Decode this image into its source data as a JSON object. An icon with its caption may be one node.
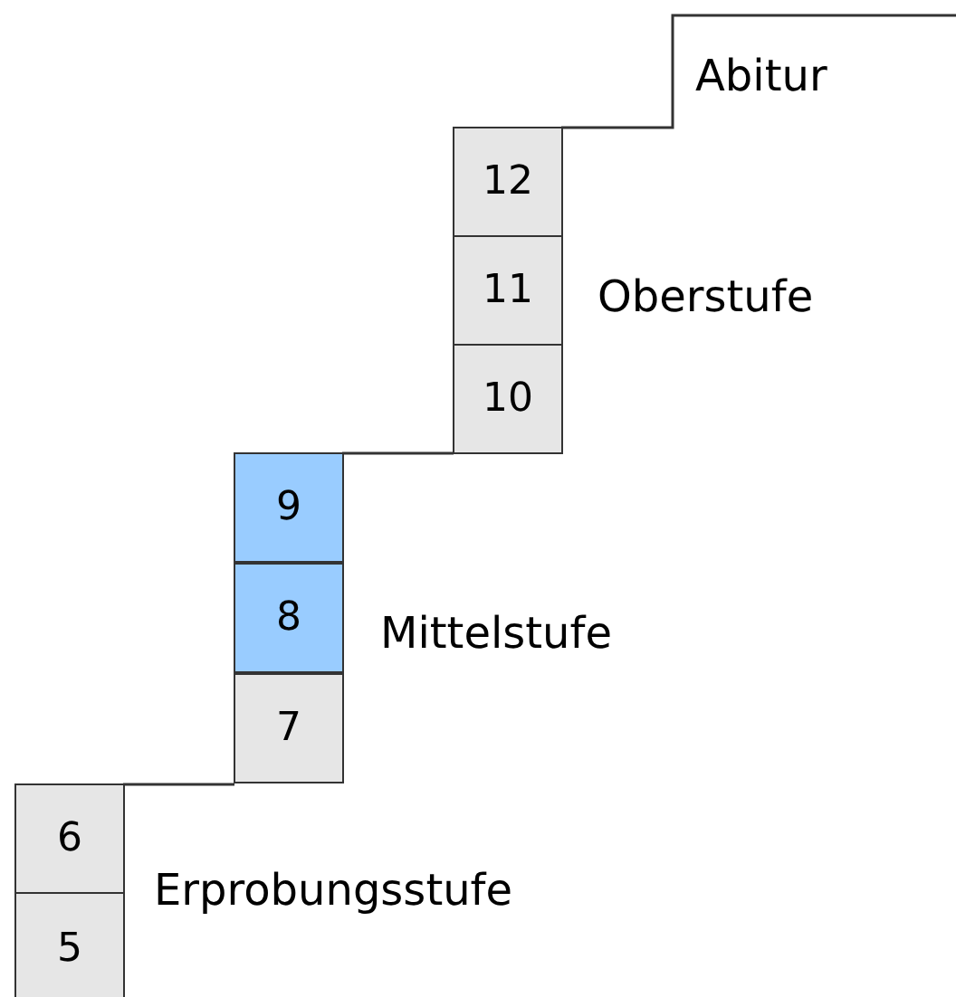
{
  "diagram": {
    "nodes": [
      {
        "text": [
          "12"
        ]
      },
      {
        "text": [
          "11"
        ]
      },
      {
        "text": [
          "10"
        ]
      },
      {
        "text": [
          "9"
        ]
      },
      {
        "text": [
          "8"
        ]
      },
      {
        "text": [
          "7"
        ]
      },
      {
        "text": [
          "6"
        ]
      },
      {
        "text": [
          "5"
        ]
      }
    ],
    "labels": [
      "Abitur",
      "Oberstufe",
      "Mittelstufe",
      "Erprobungsstufe"
    ]
  }
}
